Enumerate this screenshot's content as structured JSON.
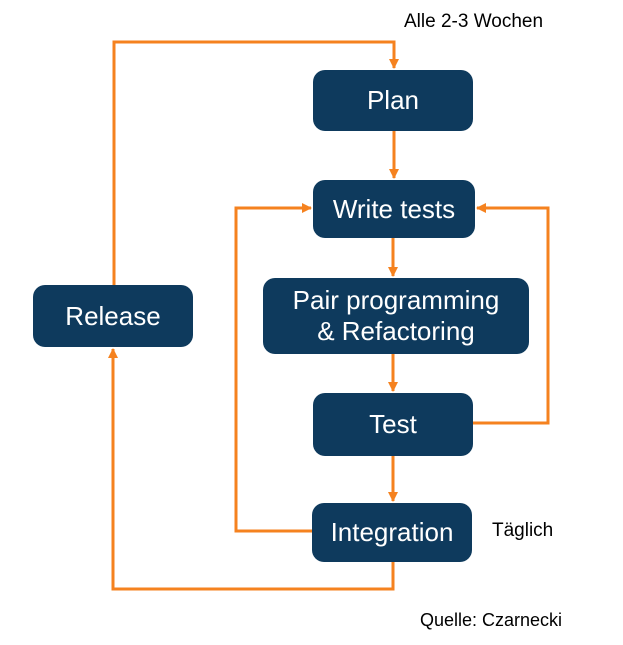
{
  "colors": {
    "node_fill": "#0e3a5d",
    "node_text": "#ffffff",
    "arrow": "#f5821f",
    "label_text": "#000000",
    "background": "#ffffff"
  },
  "nodes": {
    "plan": {
      "label": "Plan"
    },
    "write_tests": {
      "label": "Write tests"
    },
    "pair": {
      "lines": [
        "Pair programming",
        "& Refactoring"
      ]
    },
    "test": {
      "label": "Test"
    },
    "integration": {
      "label": "Integration"
    },
    "release": {
      "label": "Release"
    }
  },
  "annotations": {
    "cycle": "Alle 2-3 Wochen",
    "daily": "Täglich",
    "source": "Quelle: Czarnecki"
  },
  "edges": [
    {
      "from": "release",
      "to": "plan"
    },
    {
      "from": "plan",
      "to": "write_tests"
    },
    {
      "from": "write_tests",
      "to": "pair"
    },
    {
      "from": "pair",
      "to": "test"
    },
    {
      "from": "test",
      "to": "integration"
    },
    {
      "from": "integration",
      "to": "release"
    },
    {
      "from": "integration",
      "to": "write_tests"
    },
    {
      "from": "test",
      "to": "write_tests"
    }
  ]
}
